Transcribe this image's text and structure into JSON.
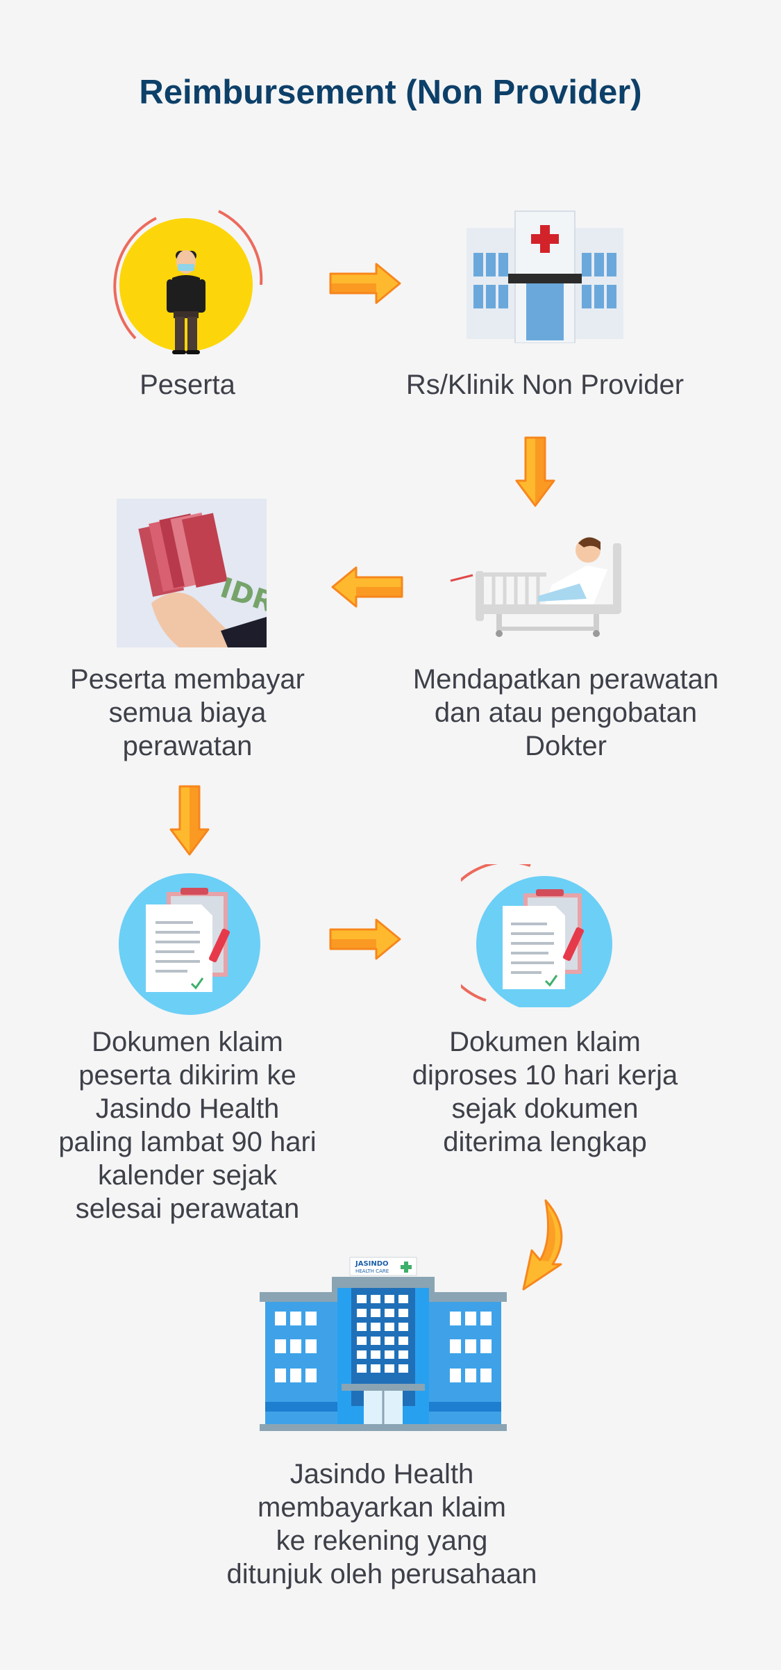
{
  "title": "Reimbursement (Non Provider)",
  "steps": [
    {
      "label": "Peserta",
      "icon": "person-icon"
    },
    {
      "label": "Rs/Klinik Non Provider",
      "icon": "hospital-icon"
    },
    {
      "label_lines": [
        "Mendapatkan perawatan",
        "dan atau pengobatan",
        "Dokter"
      ],
      "icon": "patient-bed-icon"
    },
    {
      "label_lines": [
        "Peserta membayar",
        "semua biaya",
        "perawatan"
      ],
      "icon": "money-icon"
    },
    {
      "label_lines": [
        "Dokumen klaim",
        "peserta dikirim ke",
        "Jasindo Health",
        "paling lambat 90 hari",
        "kalender sejak",
        "selesai perawatan"
      ],
      "icon": "document-icon"
    },
    {
      "label_lines": [
        "Dokumen klaim",
        "diproses 10 hari kerja",
        "sejak dokumen",
        "diterima lengkap"
      ],
      "icon": "document-processing-icon"
    },
    {
      "label_lines": [
        "Jasindo Health",
        "membayarkan klaim",
        "ke rekening yang",
        "ditunjuk oleh perusahaan"
      ],
      "icon": "office-building-icon"
    }
  ],
  "building_sign": {
    "line1": "JASINDO",
    "line2": "HEALTH CARE"
  },
  "money_text": "IDR",
  "colors": {
    "title": "#0d4069",
    "text": "#3e4049",
    "arrow_light": "#ffb92e",
    "arrow_dark": "#f7861c",
    "yellow": "#fcd60a",
    "blue_circle": "#6ccff6"
  }
}
